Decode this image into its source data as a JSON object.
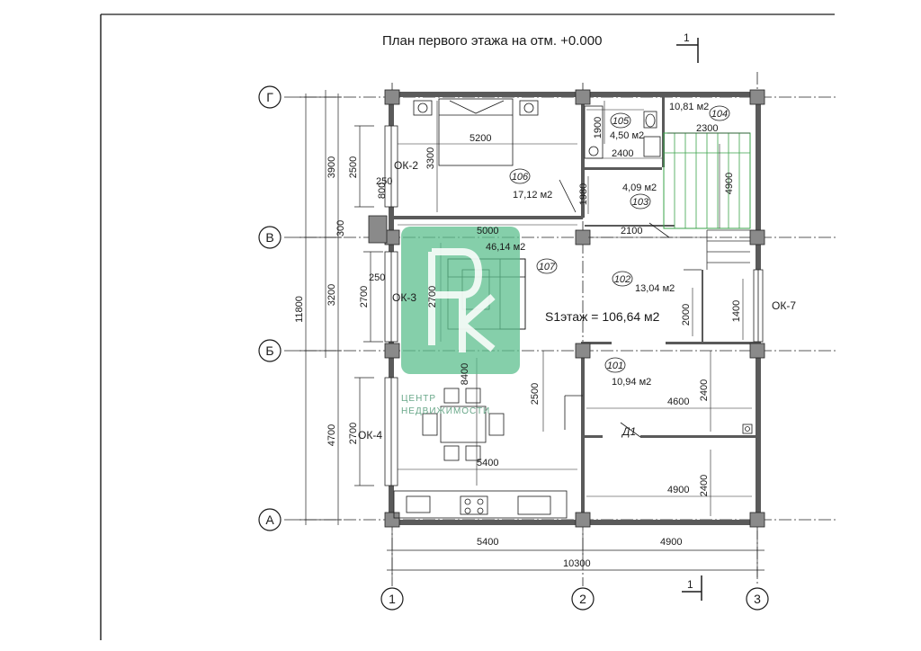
{
  "title": "План первого этажа на отм. +0.000",
  "total_area": "S1этаж = 106,64 м2",
  "section_mark": "1",
  "axes": {
    "letters": [
      "Г",
      "В",
      "Б",
      "А"
    ],
    "numbers": [
      "1",
      "2",
      "3"
    ]
  },
  "rooms": [
    {
      "num": "101",
      "area": "10,94 м2"
    },
    {
      "num": "102",
      "area": "13,04 м2"
    },
    {
      "num": "103",
      "area": "4,09 м2"
    },
    {
      "num": "104",
      "area": "10,81 м2"
    },
    {
      "num": "105",
      "area": "4,50 м2"
    },
    {
      "num": "106",
      "area": "17,12 м2"
    },
    {
      "num": "107",
      "area": "46,14 м2"
    }
  ],
  "windows": [
    "ОК-2",
    "ОК-3",
    "ОК-4",
    "ОК-7"
  ],
  "door": "Д1",
  "dims": {
    "overall_height": "11800",
    "left_outer": [
      "3900",
      "3200",
      "4700"
    ],
    "left_inner": [
      "2500",
      "2700",
      "2700"
    ],
    "small": [
      "300",
      "250",
      "250",
      "800"
    ],
    "bottom_row": [
      "5400",
      "4900"
    ],
    "bottom_total": "10300",
    "interior": [
      "5200",
      "3300",
      "1900",
      "2400",
      "2300",
      "1980",
      "4900",
      "5000",
      "2100",
      "2700",
      "1400",
      "2000",
      "8400",
      "2500",
      "2400",
      "4600",
      "5400",
      "4900",
      "2400"
    ]
  },
  "watermark": {
    "line1": "ЦЕНТР",
    "line2": "НЕДВИЖИМОСТИ"
  },
  "colors": {
    "watermark": "#5cbf8e",
    "stair": "#3aa34a"
  }
}
